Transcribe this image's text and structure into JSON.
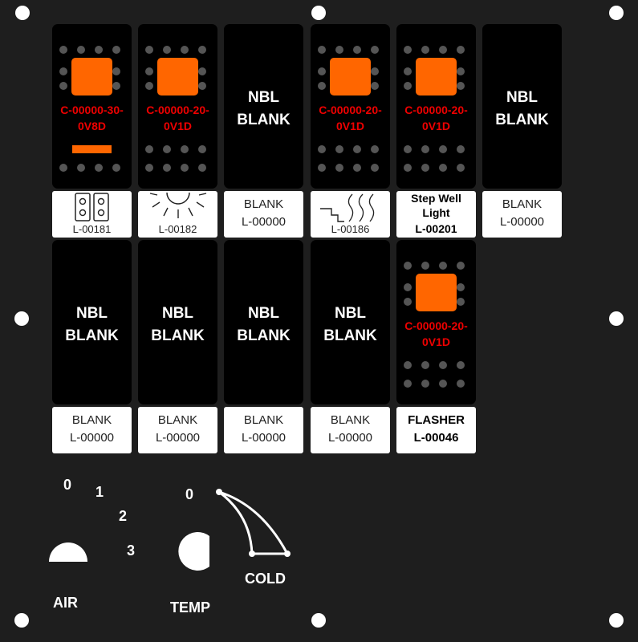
{
  "switches_row1": [
    {
      "type": "switch",
      "part_line1": "C-00000-30-",
      "part_line2": "0V8D",
      "has_bar": true,
      "label": {
        "icon": "dome-light-icon",
        "code": "L-00181"
      }
    },
    {
      "type": "switch",
      "part_line1": "C-00000-20-",
      "part_line2": "0V1D",
      "has_bar": false,
      "label": {
        "icon": "sun-light-icon",
        "code": "L-00182"
      }
    },
    {
      "type": "blank",
      "nbl_line1": "NBL",
      "nbl_line2": "BLANK",
      "label": {
        "line1": "BLANK",
        "line2": "L-00000"
      }
    },
    {
      "type": "switch",
      "part_line1": "C-00000-20-",
      "part_line2": "0V1D",
      "has_bar": false,
      "label": {
        "icon": "step-heat-icon",
        "code": "L-00186"
      }
    },
    {
      "type": "switch",
      "part_line1": "C-00000-20-",
      "part_line2": "0V1D",
      "has_bar": false,
      "label": {
        "line1": "Step Well",
        "line2": "Light",
        "line3": "L-00201"
      }
    },
    {
      "type": "blank",
      "nbl_line1": "NBL",
      "nbl_line2": "BLANK",
      "label": {
        "line1": "BLANK",
        "line2": "L-00000"
      }
    }
  ],
  "switches_row2": [
    {
      "type": "blank",
      "nbl_line1": "NBL",
      "nbl_line2": "BLANK",
      "label": {
        "line1": "BLANK",
        "line2": "L-00000"
      }
    },
    {
      "type": "blank",
      "nbl_line1": "NBL",
      "nbl_line2": "BLANK",
      "label": {
        "line1": "BLANK",
        "line2": "L-00000"
      }
    },
    {
      "type": "blank",
      "nbl_line1": "NBL",
      "nbl_line2": "BLANK",
      "label": {
        "line1": "BLANK",
        "line2": "L-00000"
      }
    },
    {
      "type": "blank",
      "nbl_line1": "NBL",
      "nbl_line2": "BLANK",
      "label": {
        "line1": "BLANK",
        "line2": "L-00000"
      }
    },
    {
      "type": "switch",
      "part_line1": "C-00000-20-",
      "part_line2": "0V1D",
      "has_bar": false,
      "label": {
        "line1": "FLASHER",
        "line2": "L-00046",
        "bold": true
      }
    }
  ],
  "air_control": {
    "label": "AIR",
    "positions": [
      "0",
      "1",
      "2",
      "3"
    ]
  },
  "temp_control": {
    "label": "TEMP",
    "zero_label": "0",
    "cold_label": "COLD"
  },
  "colors": {
    "panel": "#1e1e1e",
    "actuator": "#ff6600",
    "part_text": "#ee0000"
  }
}
